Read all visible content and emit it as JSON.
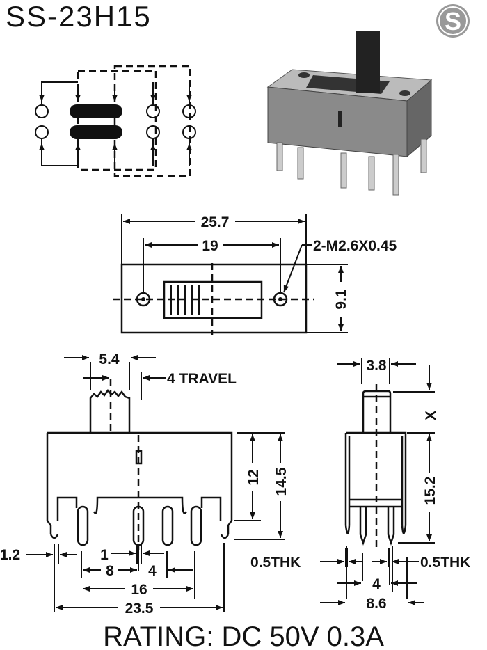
{
  "title": "SS-23H15",
  "logo_letter": "S",
  "top_view": {
    "overall_length": "25.7",
    "hole_spacing": "19",
    "screw_spec": "2-M2.6X0.45",
    "width": "9.1"
  },
  "front_view": {
    "actuator_width": "5.4",
    "travel": "4 TRAVEL",
    "body_height": "12",
    "total_height": "14.5",
    "pin_width": "1.2",
    "pin_thk": "1",
    "pitch_8": "8",
    "pitch_4": "4",
    "span_16": "16",
    "overall_length": "23.5"
  },
  "side_view": {
    "actuator_width": "3.8",
    "actuator_height": "X",
    "body_height": "15.2",
    "thk_left": "0.5THK",
    "thk_right": "0.5THK",
    "pin_spacing": "4",
    "overall_width": "8.6"
  },
  "rating": "RATING: DC 50V 0.3A"
}
